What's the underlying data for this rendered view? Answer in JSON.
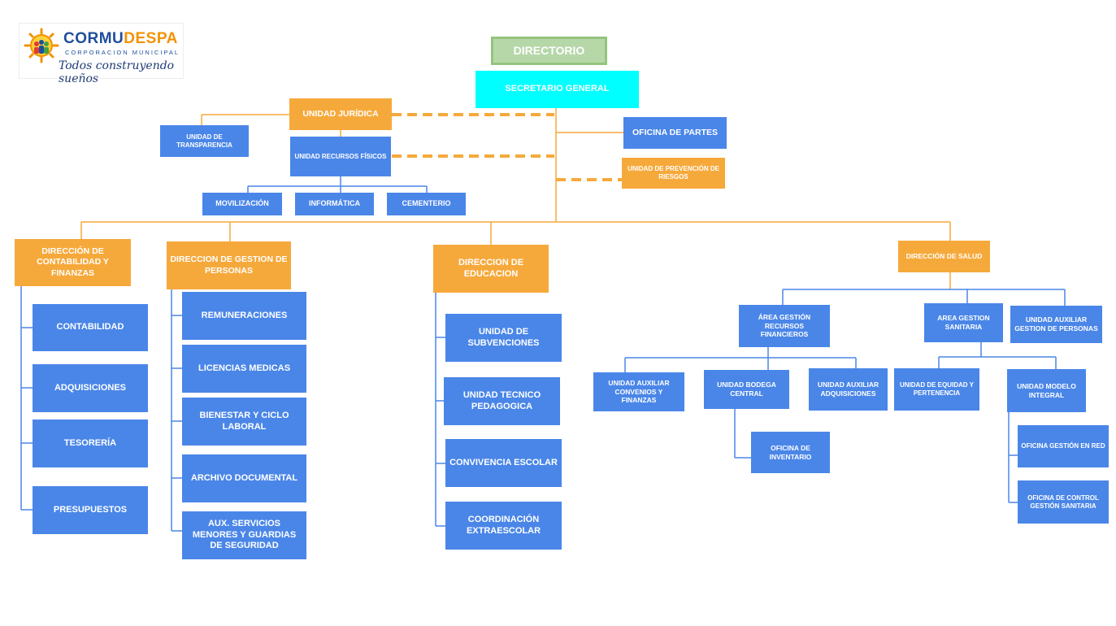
{
  "logo": {
    "name_a": "CORMU",
    "name_b": "DESPA",
    "subtitle": "CORPORACION MUNICIPAL",
    "tagline": "Todos construyendo sueños"
  },
  "nodes": {
    "directorio": "DIRECTORIO",
    "secretario": "SECRETARIO GENERAL",
    "juridica": "UNIDAD JURÍDICA",
    "transparencia": "UNIDAD DE TRANSPARENCIA",
    "recursos_fisicos": "UNIDAD RECURSOS FÍSICOS",
    "movilizacion": "MOVILIZACIÓN",
    "informatica": "INFORMÁTICA",
    "cementerio": "CEMENTERIO",
    "oficina_partes": "OFICINA DE PARTES",
    "prevencion_riesgos": "UNIDAD DE PREVENCIÓN DE RIESGOS",
    "contabilidad_finanzas": "DIRECCIÓN DE CONTABILIDAD Y FINANZAS",
    "contabilidad": "CONTABILIDAD",
    "adquisiciones": "ADQUISICIONES",
    "tesoreria": "TESORERÍA",
    "presupuestos": "PRESUPUESTOS",
    "gestion_personas": "DIRECCION DE GESTION DE PERSONAS",
    "remuneraciones": "REMUNERACIONES",
    "licencias": "LICENCIAS MEDICAS",
    "bienestar": "BIENESTAR Y CICLO LABORAL",
    "archivo": "ARCHIVO DOCUMENTAL",
    "aux_servicios": "AUX. SERVICIOS MENORES Y GUARDIAS DE SEGURIDAD",
    "educacion": "DIRECCION DE EDUCACION",
    "subvenciones": "UNIDAD DE SUBVENCIONES",
    "tecnico_pedagogica": "UNIDAD TECNICO PEDAGOGICA",
    "convivencia": "CONVIVENCIA ESCOLAR",
    "extraescolar": "COORDINACIÓN EXTRAESCOLAR",
    "salud": "DIRECCIÓN DE SALUD",
    "area_financieros": "ÁREA GESTIÓN RECURSOS FINANCIEROS",
    "area_sanitaria": "AREA GESTION SANITARIA",
    "aux_personas": "UNIDAD AUXILIAR GESTION DE PERSONAS",
    "aux_convenios": "UNIDAD AUXILIAR CONVENIOS Y FINANZAS",
    "bodega": "UNIDAD BODEGA CENTRAL",
    "aux_adquisiciones": "UNIDAD AUXILIAR ADQUISICIONES",
    "inventario": "OFICINA DE INVENTARIO",
    "equidad": "UNIDAD DE EQUIDAD Y PERTENENCIA",
    "modelo_integral": "UNIDAD MODELO INTEGRAL",
    "gestion_red": "OFICINA GESTIÓN EN RED",
    "control_sanitaria": "OFICINA DE CONTROL GESTIÓN SANITARIA"
  },
  "colors": {
    "blue": "#4a86e8",
    "orange": "#f6a93b",
    "cyan": "#00ffff",
    "green": "#b6d7a8",
    "line_orange": "#f6a93b",
    "line_blue": "#4a86e8"
  }
}
